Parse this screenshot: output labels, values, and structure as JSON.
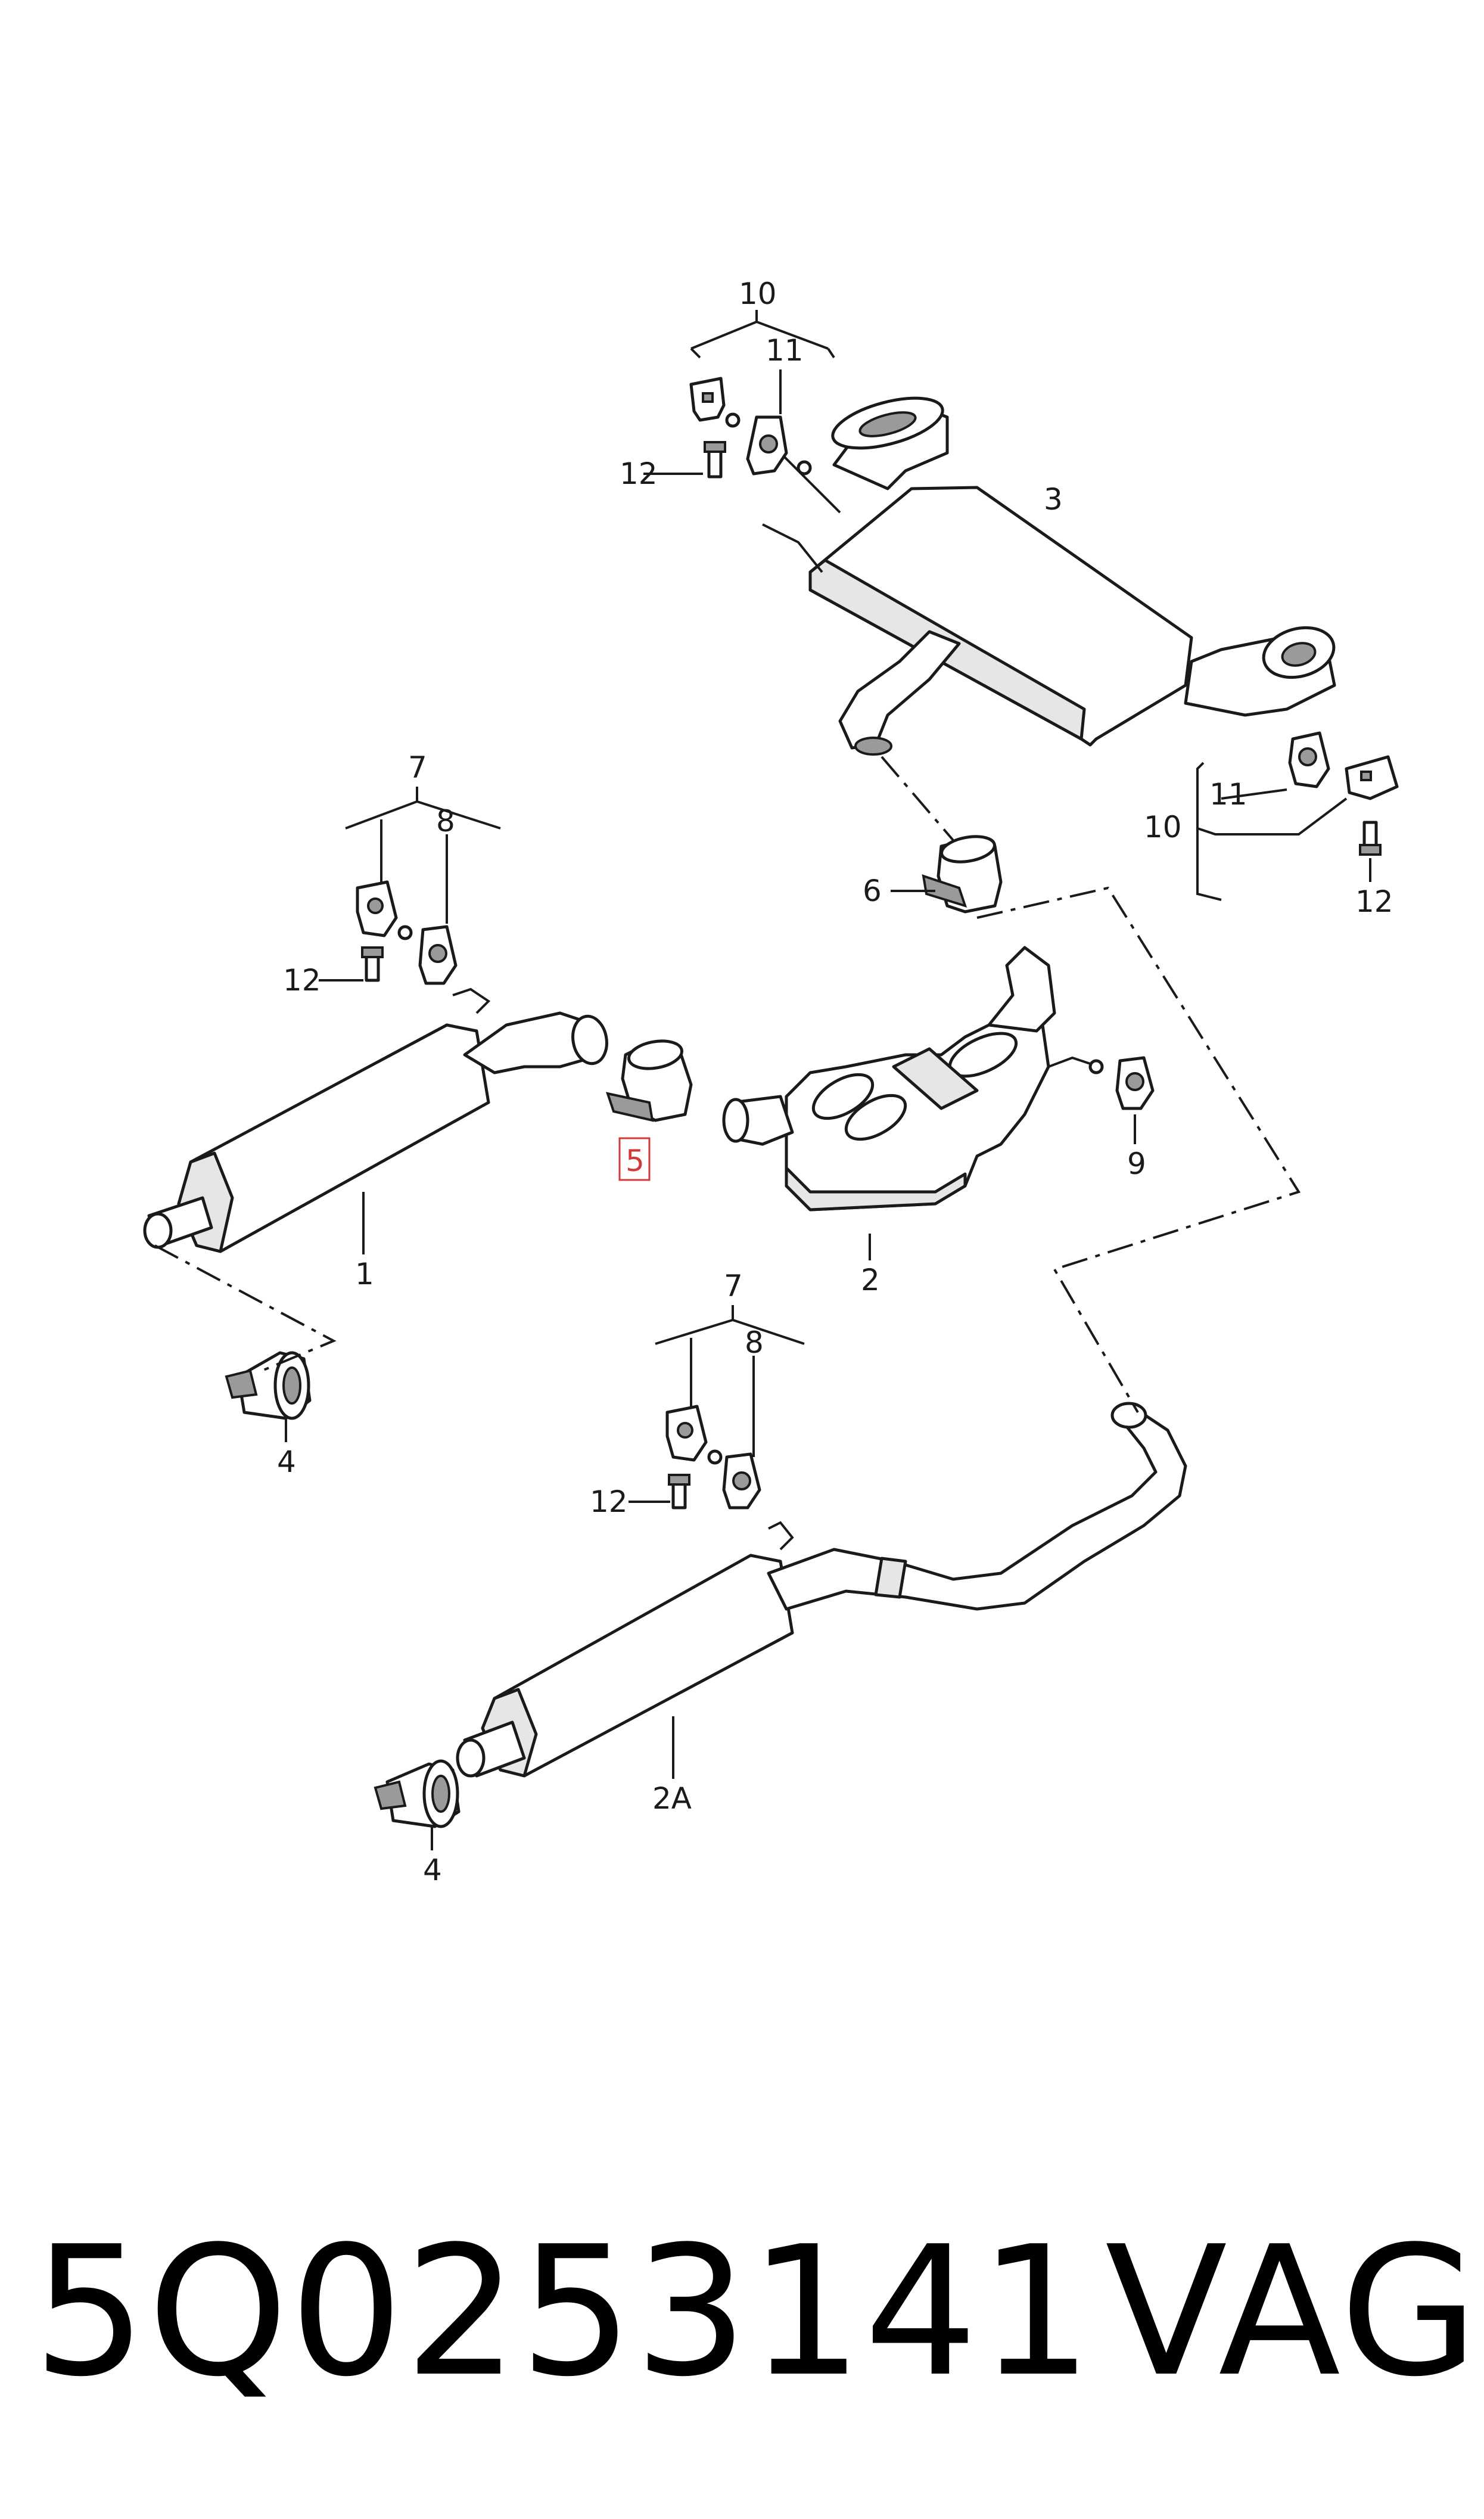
{
  "diagram": {
    "callouts": {
      "c10_top": "10",
      "c11_top": "11",
      "c12_top": "12",
      "c3": "3",
      "c11_right": "11",
      "c10_right": "10",
      "c12_right": "12",
      "c6": "6",
      "c7_left": "7",
      "c8_left": "8",
      "c12_left": "12",
      "c5": "5",
      "c9": "9",
      "c1": "1",
      "c2": "2",
      "c4_left": "4",
      "c7_bottom": "7",
      "c8_bottom": "8",
      "c12_bottom": "12",
      "c2A": "2A",
      "c4_bottom": "4"
    },
    "highlighted_part": "5",
    "highlight_color": "#d23a3a"
  },
  "caption": {
    "part_number": "5Q0253141",
    "brand": "VAG"
  }
}
